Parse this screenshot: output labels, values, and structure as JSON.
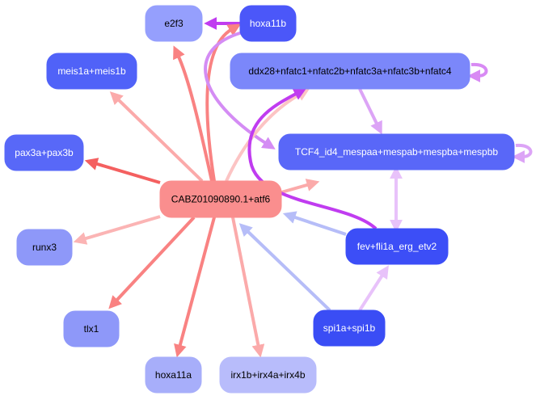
{
  "graph": {
    "title": "Gene regulatory network",
    "colors": {
      "hub_fill": "#fa8e8e",
      "red_strong": "#f46060",
      "red_mid": "#f98282",
      "red_light": "#fbaaaa",
      "red_pale": "#fcc4c4",
      "purple_strong": "#c03cf0",
      "purple_mid": "#d48cf4",
      "purple_light": "#dca4f6",
      "purple_pale": "#e8c2fa",
      "blue_light": "#b6bdf8"
    },
    "nodes": [
      {
        "id": "e2f3",
        "label": "e2f3",
        "fill": "#959ffd",
        "text": "#000000"
      },
      {
        "id": "hoxa11b",
        "label": "hoxa11b",
        "fill": "#4b57f9",
        "text": "#ffffff"
      },
      {
        "id": "meis1a_meis1b",
        "label": "meis1a+meis1b",
        "fill": "#5062f8",
        "text": "#ffffff"
      },
      {
        "id": "ddx28_nfatc",
        "label": "ddx28+nfatc1+nfatc2b+nfatc3a+nfatc3b+nfatc4",
        "fill": "#7b87fa",
        "text": "#000000"
      },
      {
        "id": "pax3a_pax3b",
        "label": "pax3a+pax3b",
        "fill": "#5868f8",
        "text": "#ffffff"
      },
      {
        "id": "tcf4_mesp",
        "label": "TCF4_id4_mespaa+mespab+mespba+mespbb",
        "fill": "#5967f8",
        "text": "#ffffff"
      },
      {
        "id": "hub",
        "label": "CABZ01090890.1+atf6",
        "fill": "#fa8e8e",
        "text": "#000000"
      },
      {
        "id": "runx3",
        "label": "runx3",
        "fill": "#8e98f9",
        "text": "#000000"
      },
      {
        "id": "fev_fli1a",
        "label": "fev+fli1a_erg_etv2",
        "fill": "#3c4ef7",
        "text": "#ffffff"
      },
      {
        "id": "tlx1",
        "label": "tlx1",
        "fill": "#8e98f9",
        "text": "#000000"
      },
      {
        "id": "spi1a_spi1b",
        "label": "spi1a+spi1b",
        "fill": "#3a4df5",
        "text": "#ffffff"
      },
      {
        "id": "hoxa11a",
        "label": "hoxa11a",
        "fill": "#a7aefa",
        "text": "#000000"
      },
      {
        "id": "irx",
        "label": "irx1b+irx4a+irx4b",
        "fill": "#b8bcfb",
        "text": "#000000"
      }
    ],
    "edges": [
      {
        "from": "hoxa11b",
        "to": "e2f3",
        "color": "#c03cf0"
      },
      {
        "from": "hub",
        "to": "e2f3",
        "color": "#f98282"
      },
      {
        "from": "hub",
        "to": "hoxa11b",
        "color": "#f98282"
      },
      {
        "from": "hoxa11b",
        "to": "tcf4_mesp",
        "color": "#d48cf4"
      },
      {
        "from": "hub",
        "to": "meis1a_meis1b",
        "color": "#fbaaaa"
      },
      {
        "from": "hub",
        "to": "pax3a_pax3b",
        "color": "#f46060"
      },
      {
        "from": "hub",
        "to": "runx3",
        "color": "#fbb4b4"
      },
      {
        "from": "hub",
        "to": "tlx1",
        "color": "#f98282"
      },
      {
        "from": "hub",
        "to": "hoxa11a",
        "color": "#f98282"
      },
      {
        "from": "hub",
        "to": "irx",
        "color": "#fbaaaa"
      },
      {
        "from": "hub",
        "to": "ddx28_nfatc",
        "color": "#fcc4c4"
      },
      {
        "from": "hub",
        "to": "tcf4_mesp",
        "color": "#fbaaaa"
      },
      {
        "from": "fev_fli1a",
        "to": "ddx28_nfatc",
        "color": "#c03cf0"
      },
      {
        "from": "ddx28_nfatc",
        "to": "ddx28_nfatc",
        "color": "#d88af4"
      },
      {
        "from": "ddx28_nfatc",
        "to": "tcf4_mesp",
        "color": "#dca4f6"
      },
      {
        "from": "tcf4_mesp",
        "to": "tcf4_mesp",
        "color": "#dca4f6"
      },
      {
        "from": "tcf4_mesp",
        "to": "fev_fli1a",
        "color": "#e8c2fa",
        "bidirectional": true
      },
      {
        "from": "fev_fli1a",
        "to": "hub",
        "color": "#b6bdf8"
      },
      {
        "from": "spi1a_spi1b",
        "to": "hub",
        "color": "#b6bdf8"
      },
      {
        "from": "spi1a_spi1b",
        "to": "fev_fli1a",
        "color": "#e8c2fa"
      }
    ]
  }
}
